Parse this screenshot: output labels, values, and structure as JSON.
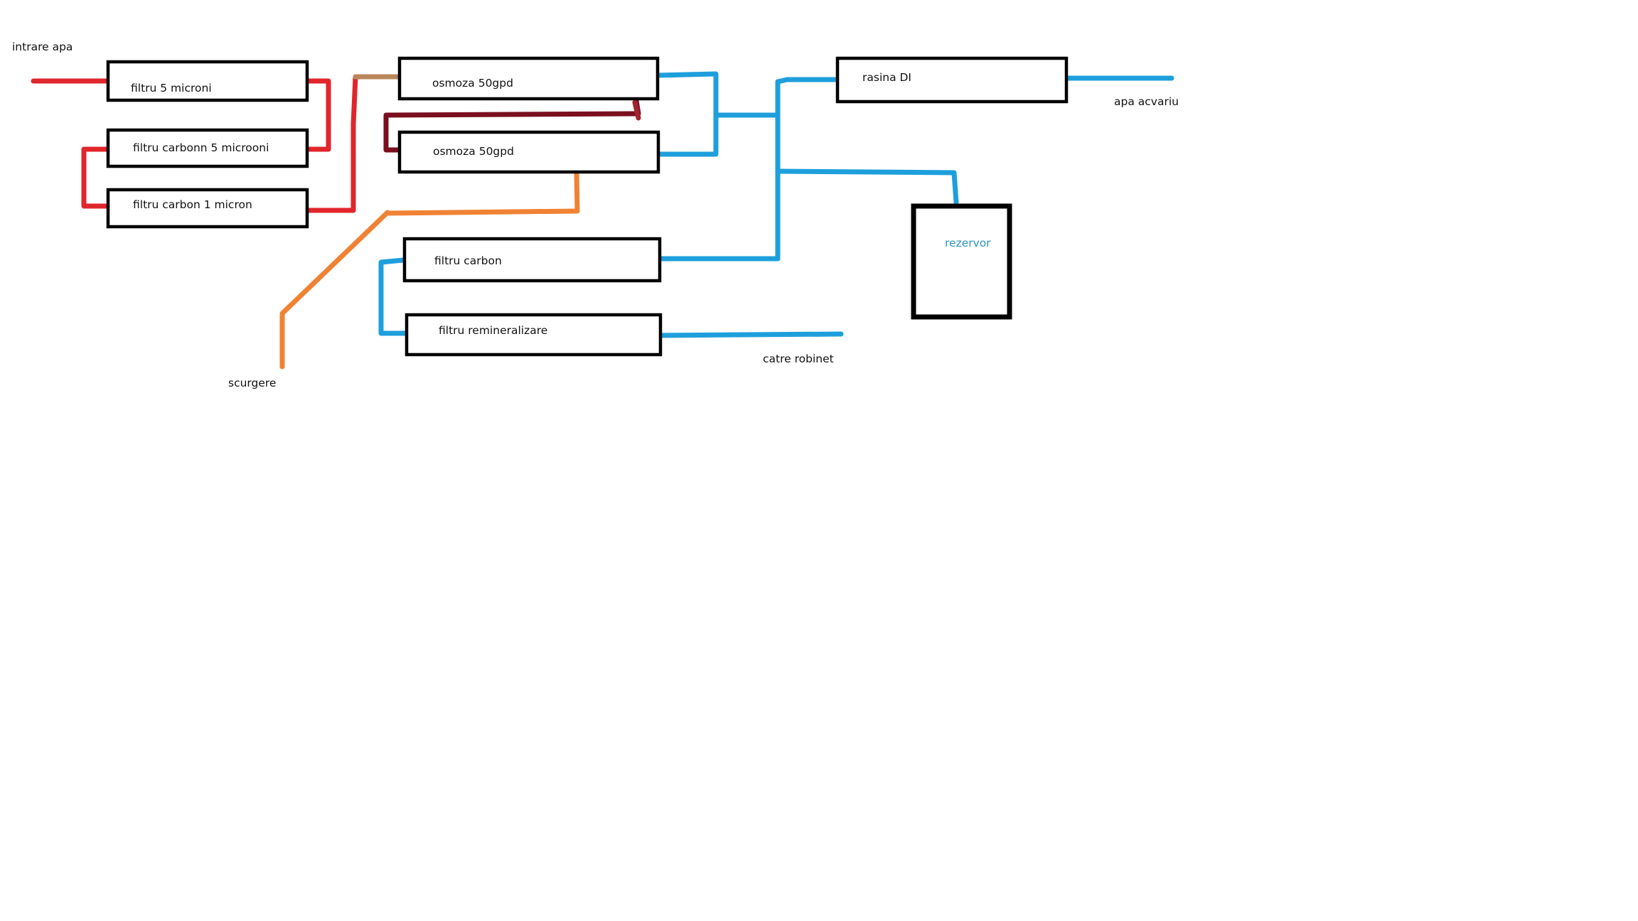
{
  "labels": {
    "inlet": "intrare apa",
    "drain": "scurgere",
    "to_tap": "catre robinet",
    "aquarium_water": "apa acvariu"
  },
  "components": {
    "filter_5_micron": "filtru 5 microni",
    "carbon_filter_5_micron": "filtru carbonn 5 microoni",
    "carbon_filter_1_micron": "filtru carbon 1 micron",
    "osmosis_1": "osmoza 50gpd",
    "osmosis_2": "osmoza 50gpd",
    "carbon_filter": "filtru carbon",
    "remineralization_filter": "filtru remineralizare",
    "di_resin": "rasina DI",
    "tank": "rezervor"
  },
  "colors": {
    "inlet_line": "#e0262b",
    "concentrate_line": "#7a0f1e",
    "feed_transition": "#b9865a",
    "drain_line": "#f08234",
    "permeate_line": "#1e9fdc",
    "box_border": "#000000",
    "tank_label": "#2b93c9"
  }
}
